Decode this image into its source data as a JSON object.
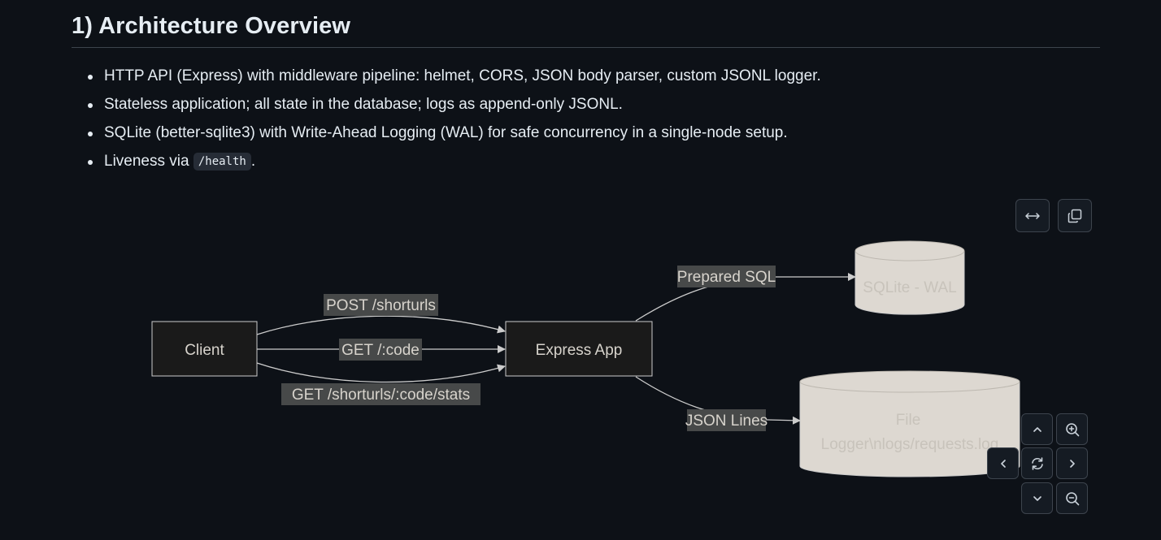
{
  "section": {
    "title": "1) Architecture Overview"
  },
  "bullets": [
    {
      "text": "HTTP API (Express) with middleware pipeline: helmet, CORS, JSON body parser, custom JSONL logger."
    },
    {
      "text": "Stateless application; all state in the database; logs as append-only JSONL."
    },
    {
      "text": "SQLite (better-sqlite3) with Write-Ahead Logging (WAL) for safe concurrency in a single-node setup."
    },
    {
      "text_before": "Liveness via ",
      "code": "/health",
      "text_after": "."
    }
  ],
  "diagram": {
    "nodes": {
      "client": "Client",
      "express": "Express App",
      "sqlite": "SQLite - WAL",
      "file_line1": "File",
      "file_line2": "Logger\\nlogs/requests.log"
    },
    "edges": {
      "post": "POST /shorturls",
      "get_code": "GET /:code",
      "get_stats": "GET /shorturls/:code/stats",
      "prepared_sql": "Prepared SQL",
      "json_lines": "JSON Lines"
    }
  },
  "controls": {
    "toolbar": [
      "expand-icon",
      "copy-icon"
    ],
    "pan_zoom": [
      "pan-up-icon",
      "zoom-in-icon",
      "pan-left-icon",
      "reset-icon",
      "pan-right-icon",
      "pan-down-icon",
      "zoom-out-icon"
    ]
  },
  "colors": {
    "background": "#0d1117",
    "text": "#e6edf3",
    "node_fill": "#1a1a1a",
    "node_stroke": "#cccccc",
    "edge_label_bg": "#474949",
    "cylinder_fill": "#ddd8d1"
  }
}
